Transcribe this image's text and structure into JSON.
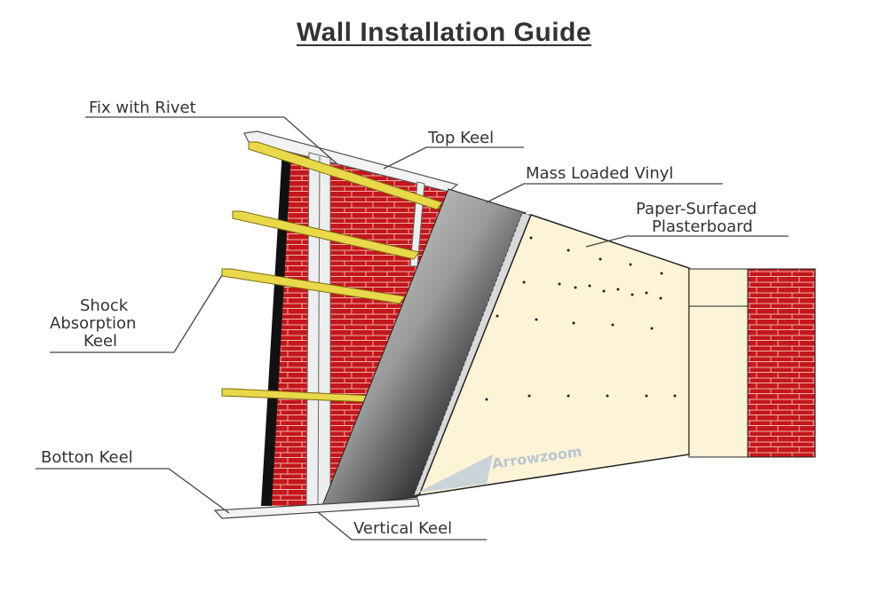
{
  "title": "Wall Installation Guide",
  "labels": {
    "fix_with_rivet": "Fix with Rivet",
    "top_keel": "Top Keel",
    "mass_loaded_vinyl": "Mass Loaded Vinyl",
    "plasterboard_line1": "Paper-Surfaced",
    "plasterboard_line2": "Plasterboard",
    "shock_line1": "Shock",
    "shock_line2": "Absorption",
    "shock_line3": "Keel",
    "bottom_keel": "Botton Keel",
    "vertical_keel": "Vertical Keel"
  },
  "watermark": "Arrowzoom",
  "colors": {
    "brick": "#c4161c",
    "keel": "#e8d84a",
    "board": "#fdf3d6",
    "vinyl": "#111111"
  }
}
